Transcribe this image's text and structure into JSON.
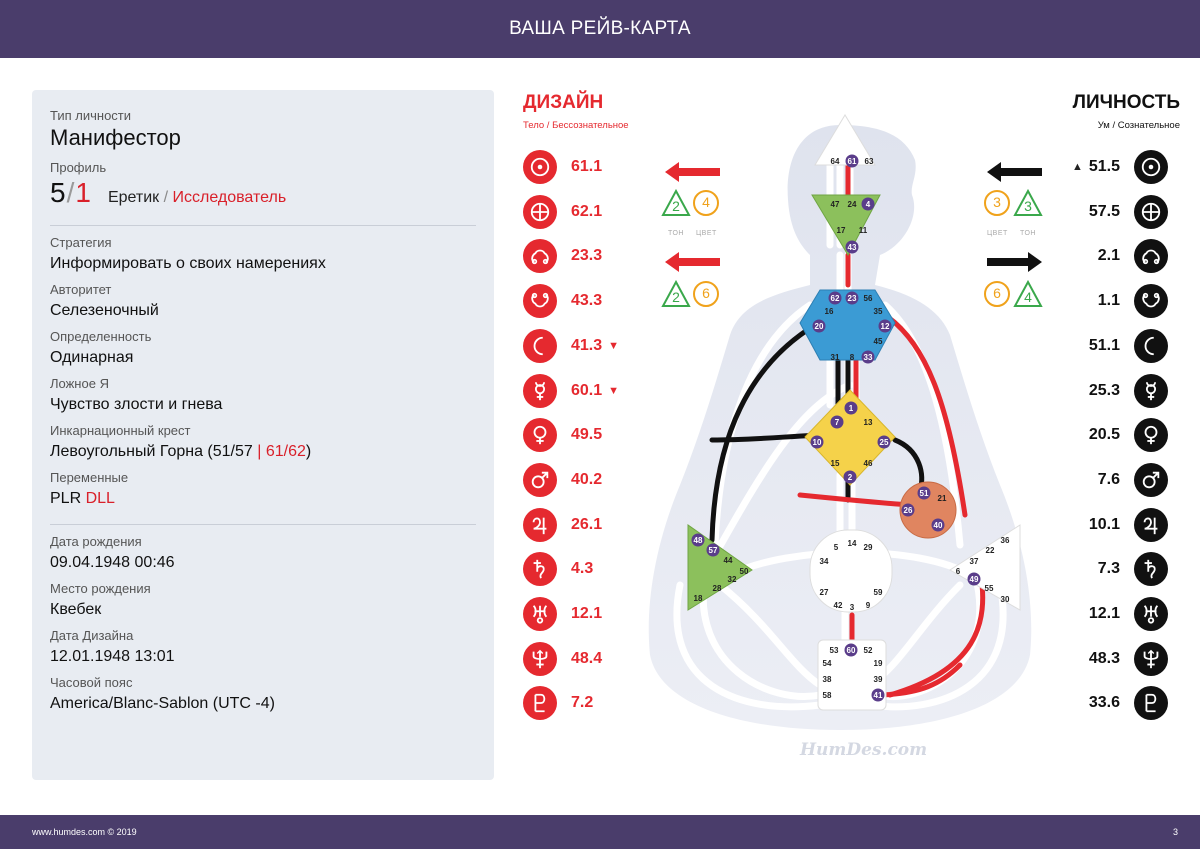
{
  "header": {
    "title": "ВАША РЕЙВ-КАРТА"
  },
  "footer": {
    "site": "www.humdes.com © 2019",
    "page": "3"
  },
  "info": {
    "type_label": "Тип личности",
    "type_value": "Манифестор",
    "profile_label": "Профиль",
    "profile_first": "5",
    "profile_slash": "/",
    "profile_second": "1",
    "profile_name_1": "Еретик",
    "profile_sep": " / ",
    "profile_name_2": "Исследователь",
    "strategy_label": "Стратегия",
    "strategy_value": "Информировать о своих намерениях",
    "authority_label": "Авторитет",
    "authority_value": "Селезеночный",
    "definition_label": "Определенность",
    "definition_value": "Одинарная",
    "notself_label": "Ложное Я",
    "notself_value": "Чувство злости и гнева",
    "cross_label": "Инкарнационный крест",
    "cross_value_a": "Левоугольный Горна (51/57 ",
    "cross_sep": "|",
    "cross_value_b": " 61/62",
    "cross_close": ")",
    "variables_label": "Переменные",
    "variables_a": "PLR ",
    "variables_b": "DLL",
    "birth_date_label": "Дата рождения",
    "birth_date_value": "09.04.1948 00:46",
    "birth_place_label": "Место рождения",
    "birth_place_value": "Квебек",
    "design_date_label": "Дата Дизайна",
    "design_date_value": "12.01.1948 13:01",
    "tz_label": "Часовой пояс",
    "tz_value": "America/Blanc-Sablon (UTC -4)"
  },
  "design": {
    "title": "ДИЗАЙН",
    "subtitle": "Тело / Бессознательное",
    "planets": [
      {
        "icon": "sun-icon",
        "value": "61.1",
        "mark": ""
      },
      {
        "icon": "earth-icon",
        "value": "62.1",
        "mark": ""
      },
      {
        "icon": "north-node-icon",
        "value": "23.3",
        "mark": ""
      },
      {
        "icon": "south-node-icon",
        "value": "43.3",
        "mark": ""
      },
      {
        "icon": "moon-icon",
        "value": "41.3",
        "mark": "▼"
      },
      {
        "icon": "mercury-icon",
        "value": "60.1",
        "mark": "▼"
      },
      {
        "icon": "venus-icon",
        "value": "49.5",
        "mark": ""
      },
      {
        "icon": "mars-icon",
        "value": "40.2",
        "mark": ""
      },
      {
        "icon": "jupiter-icon",
        "value": "26.1",
        "mark": ""
      },
      {
        "icon": "saturn-icon",
        "value": "4.3",
        "mark": ""
      },
      {
        "icon": "uranus-icon",
        "value": "12.1",
        "mark": ""
      },
      {
        "icon": "neptune-icon",
        "value": "48.4",
        "mark": ""
      },
      {
        "icon": "pluto-icon",
        "value": "7.2",
        "mark": ""
      }
    ],
    "tone_1": "2",
    "color_1": "4",
    "tone_2": "2",
    "color_2": "6",
    "tone_label": "ТОН",
    "color_label": "ЦВЕТ"
  },
  "personality": {
    "title": "ЛИЧНОСТЬ",
    "subtitle": "Ум / Сознательное",
    "planets": [
      {
        "icon": "sun-icon",
        "value": "51.5",
        "mark": "▲"
      },
      {
        "icon": "earth-icon",
        "value": "57.5",
        "mark": ""
      },
      {
        "icon": "north-node-icon",
        "value": "2.1",
        "mark": ""
      },
      {
        "icon": "south-node-icon",
        "value": "1.1",
        "mark": ""
      },
      {
        "icon": "moon-icon",
        "value": "51.1",
        "mark": ""
      },
      {
        "icon": "mercury-icon",
        "value": "25.3",
        "mark": ""
      },
      {
        "icon": "venus-icon",
        "value": "20.5",
        "mark": ""
      },
      {
        "icon": "mars-icon",
        "value": "7.6",
        "mark": ""
      },
      {
        "icon": "jupiter-icon",
        "value": "10.1",
        "mark": ""
      },
      {
        "icon": "saturn-icon",
        "value": "7.3",
        "mark": ""
      },
      {
        "icon": "uranus-icon",
        "value": "12.1",
        "mark": ""
      },
      {
        "icon": "neptune-icon",
        "value": "48.3",
        "mark": ""
      },
      {
        "icon": "pluto-icon",
        "value": "33.6",
        "mark": ""
      }
    ],
    "color_1": "3",
    "tone_1": "3",
    "color_2": "6",
    "tone_2": "4",
    "color_label": "ЦВЕТ",
    "tone_label": "ТОН"
  },
  "bodygraph": {
    "watermark": "HumDes.com",
    "head": [
      "64",
      "61",
      "63"
    ],
    "ajna": [
      "47",
      "24",
      "4",
      "17",
      "11",
      "43"
    ],
    "throat": [
      "62",
      "23",
      "56",
      "16",
      "35",
      "20",
      "12",
      "45",
      "31",
      "8",
      "33"
    ],
    "g": [
      "1",
      "7",
      "13",
      "10",
      "25",
      "15",
      "46",
      "2"
    ],
    "heart": [
      "51",
      "21",
      "26",
      "40"
    ],
    "spleen": [
      "48",
      "57",
      "44",
      "50",
      "32",
      "28",
      "18"
    ],
    "sacral": [
      "5",
      "14",
      "29",
      "34",
      "27",
      "59",
      "42",
      "3",
      "9"
    ],
    "solar": [
      "36",
      "22",
      "37",
      "6",
      "49",
      "55",
      "30"
    ],
    "root": [
      "53",
      "60",
      "52",
      "54",
      "19",
      "38",
      "39",
      "58",
      "41"
    ]
  },
  "colors": {
    "design_red": "#e5292f",
    "personality_black": "#111111",
    "bar": "#4a3d6b",
    "panel": "#e8ecf2"
  }
}
